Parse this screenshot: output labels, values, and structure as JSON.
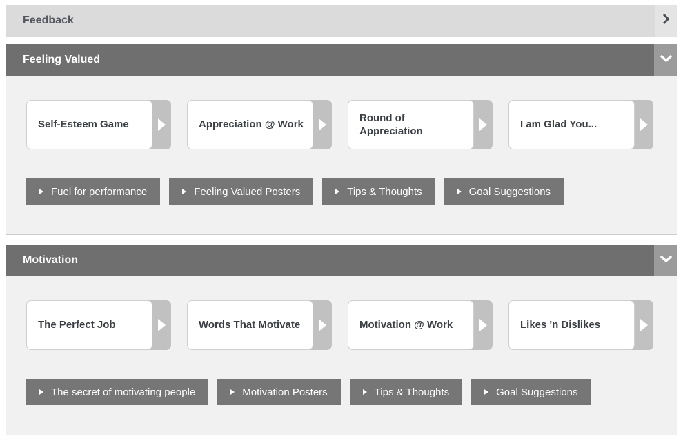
{
  "feedback_bar": {
    "label": "Feedback"
  },
  "sections": [
    {
      "title": "Feeling Valued",
      "cards": [
        "Self-Esteem Game",
        "Appreciation @ Work",
        "Round of Appreciation",
        "I am Glad You..."
      ],
      "links": [
        "Fuel for performance",
        "Feeling Valued Posters",
        "Tips & Thoughts",
        "Goal Suggestions"
      ]
    },
    {
      "title": "Motivation",
      "cards": [
        "The Perfect Job",
        "Words That Motivate",
        "Motivation @ Work",
        "Likes 'n Dislikes"
      ],
      "links": [
        "The secret of motivating people",
        "Motivation Posters",
        "Tips & Thoughts",
        "Goal Suggestions"
      ]
    }
  ],
  "colors": {
    "collapsed_bar_bg": "#dbdbdb",
    "collapsed_bar_strip_bg": "#e4e4e4",
    "collapsed_bar_text": "#54585d",
    "section_header_bg": "#6f6f6f",
    "section_header_strip_bg": "#9b9b9b",
    "panel_bg": "#f1f1f1",
    "panel_border": "#cccccc",
    "card_tab_bg": "#c1c1c1",
    "card_text": "#3b4046",
    "link_button_bg": "#767676"
  }
}
